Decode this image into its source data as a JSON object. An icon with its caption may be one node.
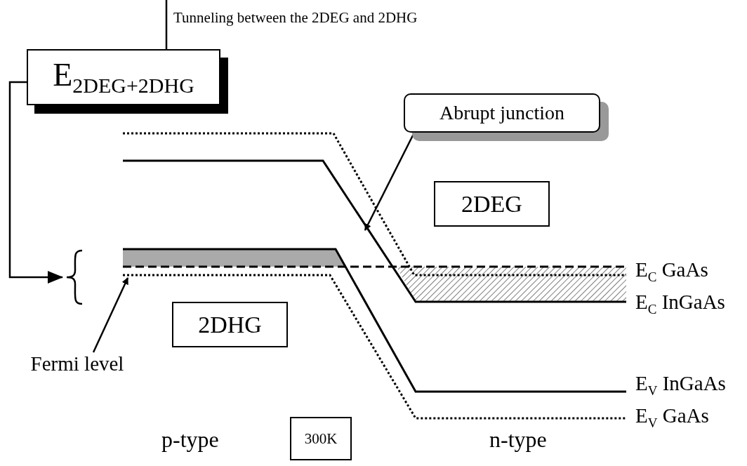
{
  "diagram": {
    "nodes": [
      {
        "text": [
          "Tunneling between the 2DEG and 2DHG"
        ]
      },
      {
        "text": [
          "E$_{2DEG+2DHG}$"
        ]
      },
      {
        "text": [],
        "shape": "bracket"
      },
      {
        "text": [
          "Abrupt junction"
        ]
      },
      {
        "text": [
          "2DEG"
        ]
      },
      {
        "text": [
          "2DHG"
        ]
      },
      {
        "text": [
          "Fermi level"
        ]
      },
      {
        "text": [
          "300K"
        ]
      }
    ],
    "edges": [
      {
        "from": 0,
        "to": 1,
        "arrow": "none"
      },
      {
        "from": 1,
        "to": 2,
        "arrow": "to"
      },
      {
        "from": 3,
        "to": null,
        "arrow": "to"
      },
      {
        "from": 6,
        "to": null,
        "arrow": "to"
      }
    ],
    "labels": [
      "E$_{C}$ GaAs",
      "E$_{C}$ InGaAs",
      "E$_{V}$ InGaAs",
      "E$_{V}$ GaAs",
      "p-type",
      "n-type"
    ]
  }
}
